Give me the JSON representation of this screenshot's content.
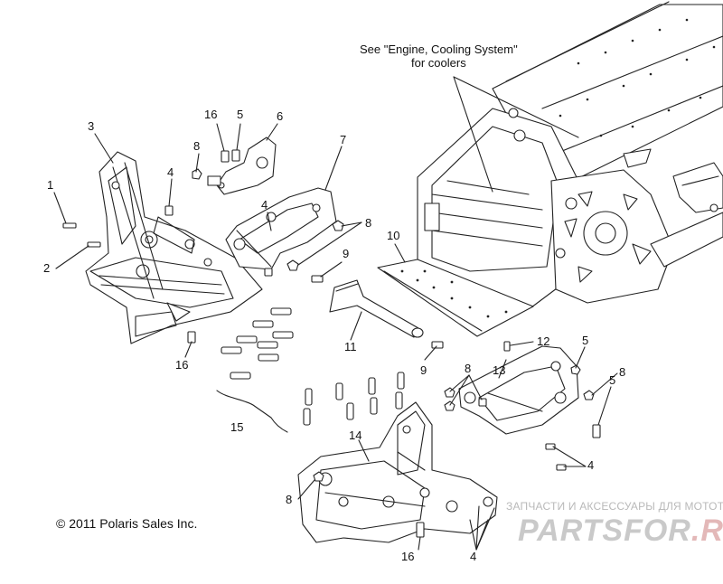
{
  "note": {
    "line1": "See \"Engine, Cooling System\"",
    "line2": "for coolers"
  },
  "callouts": [
    {
      "id": "c1",
      "label": "1"
    },
    {
      "id": "c2",
      "label": "2"
    },
    {
      "id": "c3",
      "label": "3"
    },
    {
      "id": "c4a",
      "label": "4"
    },
    {
      "id": "c4b",
      "label": "4"
    },
    {
      "id": "c4c",
      "label": "4"
    },
    {
      "id": "c4d",
      "label": "4"
    },
    {
      "id": "c5a",
      "label": "5"
    },
    {
      "id": "c5b",
      "label": "5"
    },
    {
      "id": "c5c",
      "label": "5"
    },
    {
      "id": "c6",
      "label": "6"
    },
    {
      "id": "c7",
      "label": "7"
    },
    {
      "id": "c8a",
      "label": "8"
    },
    {
      "id": "c8b",
      "label": "8"
    },
    {
      "id": "c8c",
      "label": "8"
    },
    {
      "id": "c8d",
      "label": "8"
    },
    {
      "id": "c8e",
      "label": "8"
    },
    {
      "id": "c9a",
      "label": "9"
    },
    {
      "id": "c9b",
      "label": "9"
    },
    {
      "id": "c10",
      "label": "10"
    },
    {
      "id": "c11",
      "label": "11"
    },
    {
      "id": "c12",
      "label": "12"
    },
    {
      "id": "c13",
      "label": "13"
    },
    {
      "id": "c14",
      "label": "14"
    },
    {
      "id": "c15",
      "label": "15"
    },
    {
      "id": "c16a",
      "label": "16"
    },
    {
      "id": "c16b",
      "label": "16"
    },
    {
      "id": "c16c",
      "label": "16"
    }
  ],
  "copyright": "© 2011 Polaris Sales Inc.",
  "watermark": {
    "tagline": "ЗАПЧАСТИ И АКСЕССУАРЫ ДЛЯ МОТОТЕХНИКИ",
    "logo_main": "PARTSFOR",
    "logo_domain": ".RU"
  },
  "colors": {
    "line": "#222222",
    "fill": "#ffffff",
    "watermark": "#c9c9c9"
  }
}
